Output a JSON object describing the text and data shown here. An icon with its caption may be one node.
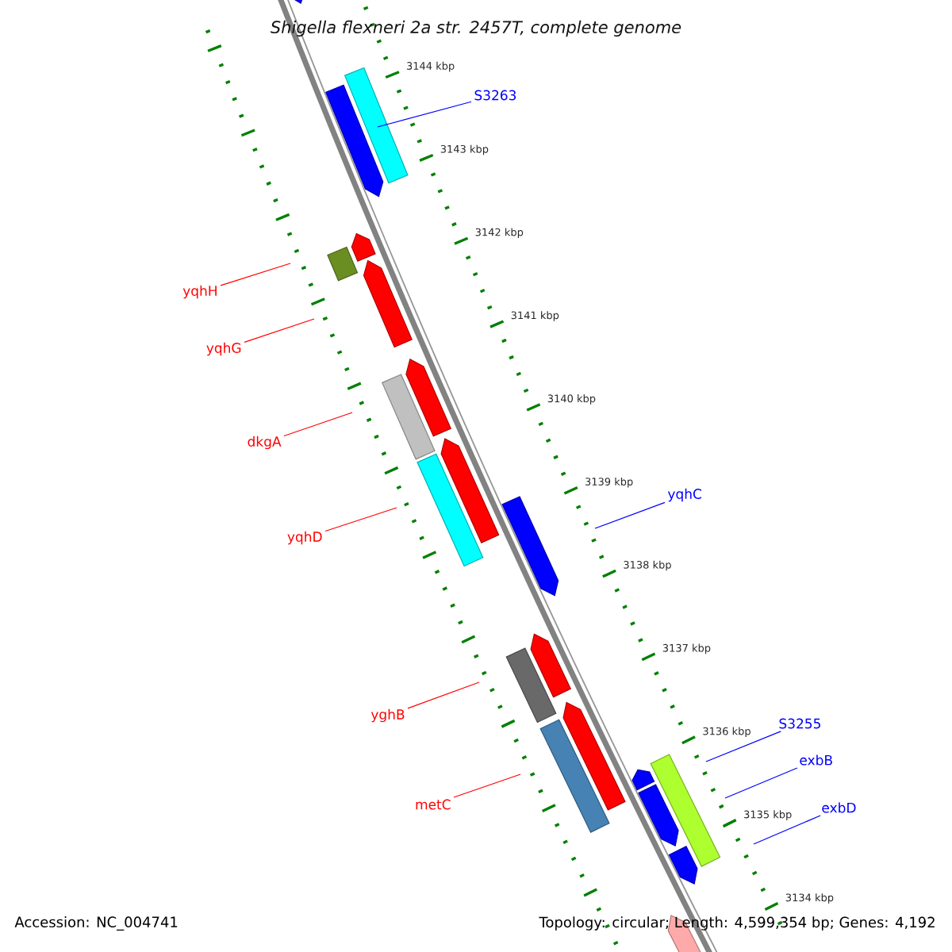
{
  "diagram": {
    "title": "Shigella flexneri 2a str. 2457T, complete genome",
    "nodes": [
      {
        "text": [
          "S3263"
        ]
      },
      {
        "text": [
          "yqhH"
        ]
      },
      {
        "text": [
          "yqhG"
        ]
      },
      {
        "text": [
          "dkgA"
        ]
      },
      {
        "text": [
          "yqhD"
        ]
      },
      {
        "text": [
          "yqhC"
        ]
      },
      {
        "text": [
          "yghB"
        ]
      },
      {
        "text": [
          "metC"
        ]
      },
      {
        "text": [
          "S3255"
        ]
      },
      {
        "text": [
          "exbB"
        ]
      },
      {
        "text": [
          "exbD"
        ]
      }
    ],
    "edges": [
      {
        "from": 0,
        "to": null,
        "arrow": "none",
        "color": "#0000ff"
      },
      {
        "from": 1,
        "to": null,
        "arrow": "none"
      },
      {
        "from": 2,
        "to": null,
        "arrow": "none"
      },
      {
        "from": 3,
        "to": null,
        "arrow": "none"
      },
      {
        "from": 4,
        "to": null,
        "arrow": "none"
      },
      {
        "from": 5,
        "to": null,
        "arrow": "none",
        "color": "#0000ff"
      },
      {
        "from": 6,
        "to": null,
        "arrow": "none"
      },
      {
        "from": 7,
        "to": null,
        "arrow": "none"
      },
      {
        "from": 8,
        "to": null,
        "arrow": "none",
        "color": "#0000ff"
      },
      {
        "from": 9,
        "to": null,
        "arrow": "none",
        "color": "#0000ff"
      },
      {
        "from": 10,
        "to": null,
        "arrow": "none",
        "color": "#0000ff"
      }
    ],
    "labels": [
      "3144 kbp",
      "3143 kbp",
      "3142 kbp",
      "3141 kbp",
      "3140 kbp",
      "3139 kbp",
      "3138 kbp",
      "3137 kbp",
      "3136 kbp",
      "3135 kbp",
      "3134 kbp",
      "Accession: NC_004741",
      "Topology: circular; Length: 4,599,354 bp; Genes: 4,192"
    ]
  }
}
